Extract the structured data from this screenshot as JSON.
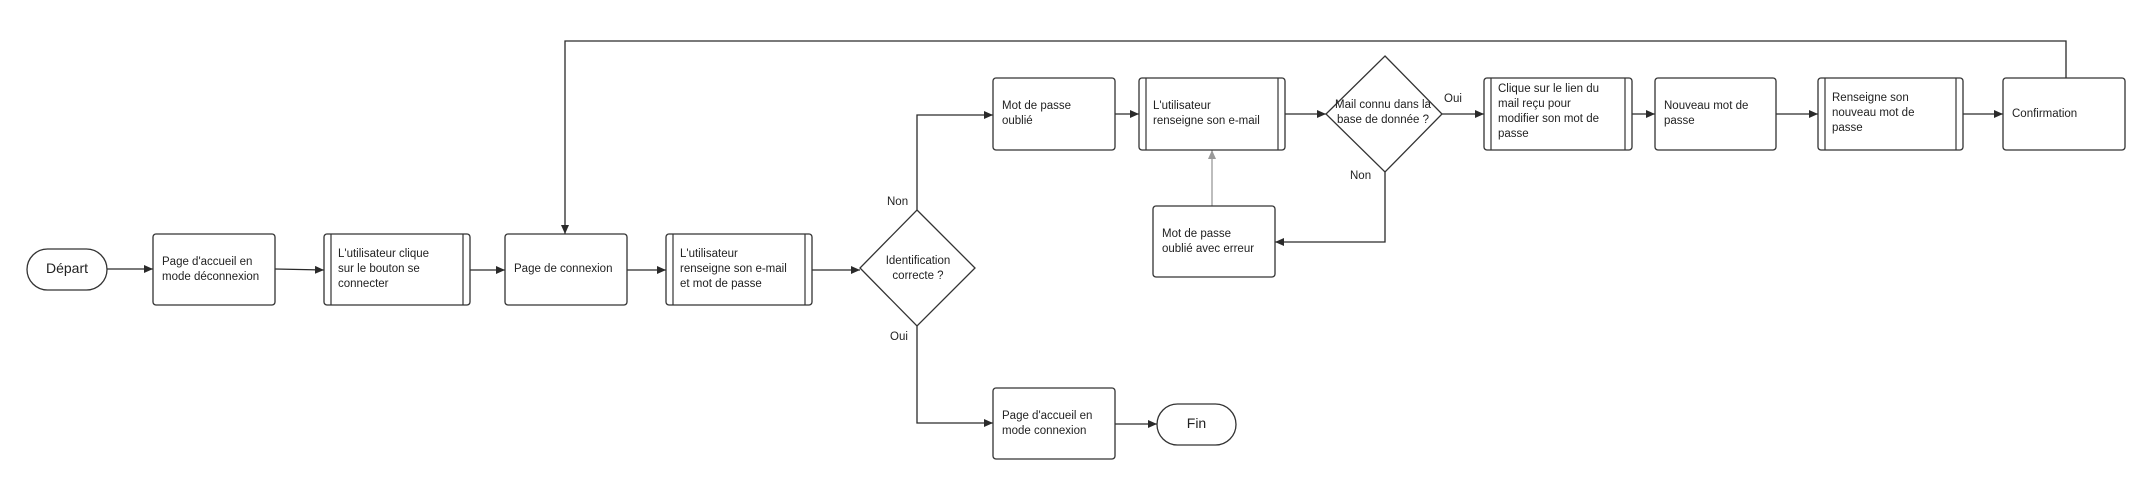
{
  "diagram": {
    "terminals": {
      "start": "Départ",
      "end": "Fin"
    },
    "nodes": {
      "home_logged_out": "Page d'accueil en\nmode déconnexion",
      "click_login": "L'utilisateur clique\nsur le bouton se\nconnecter",
      "login_page": "Page de connexion",
      "enter_credentials": "L'utilisateur\nrenseigne son e-mail\net mot de passe",
      "forgot_password": "Mot de passe\noublié",
      "enter_email": "L'utilisateur\nrenseigne son e-mail",
      "forgot_error": "Mot de passe\noublié avec erreur",
      "click_link": "Clique sur le lien du\nmail reçu pour\nmodifier son mot de\npasse",
      "new_password": "Nouveau mot de\npasse",
      "enter_new_password": "Renseigne son\nnouveau mot de\npasse",
      "confirmation": "Confirmation",
      "home_logged_in": "Page d'accueil en\nmode connexion"
    },
    "decisions": {
      "identification": "Identification\ncorrecte ?",
      "mail_known": "Mail connu dans la\nbase de donnée ?"
    },
    "edge_labels": {
      "id_no": "Non",
      "id_yes": "Oui",
      "mail_yes": "Oui",
      "mail_no": "Non"
    }
  }
}
